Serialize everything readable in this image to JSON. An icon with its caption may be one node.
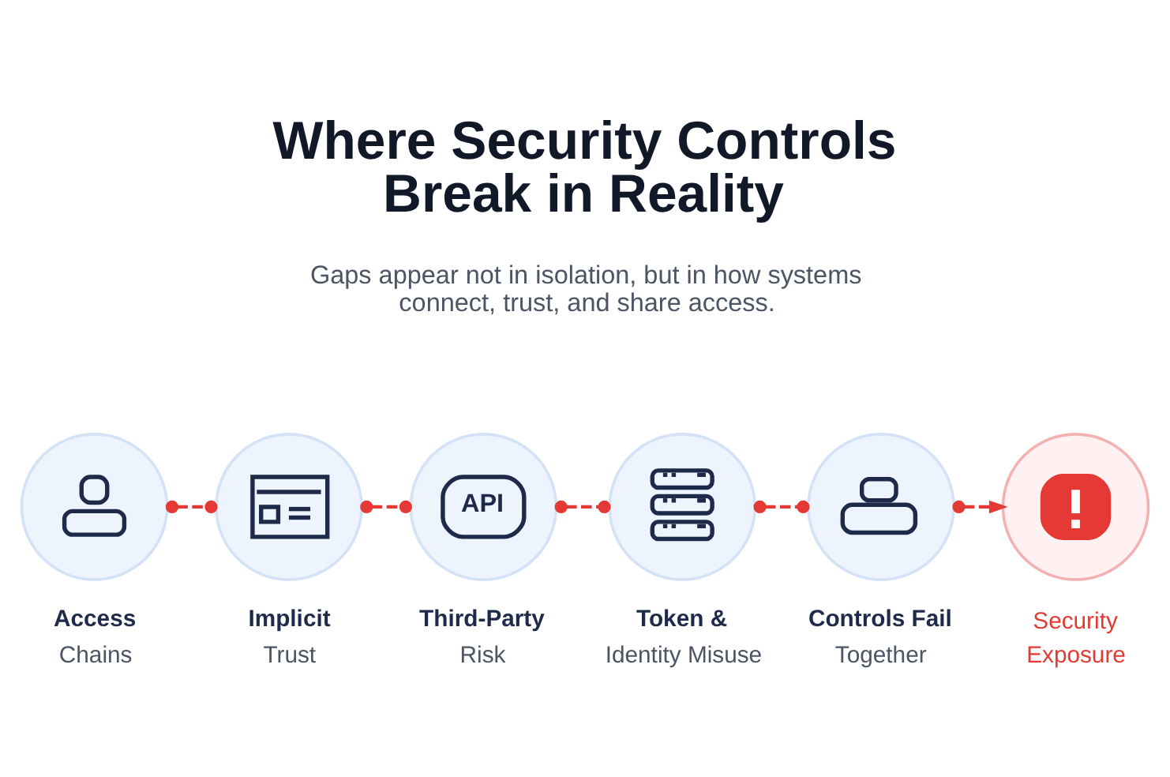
{
  "diagram": {
    "title": "Where Security Controls Break in Reality",
    "caption": "Gaps appear not in isolation, but in how systems connect, trust, and share access.",
    "nodes": [
      {
        "text": [
          "Access",
          "Chains"
        ]
      },
      {
        "text": [
          "Implicit",
          "Trust"
        ]
      },
      {
        "text": [
          "API",
          "Third-Party",
          "Risk"
        ]
      },
      {
        "text": [
          "Token &",
          "Identity Misuse"
        ]
      },
      {
        "text": [
          "Controls Fail",
          "Together"
        ]
      },
      {
        "text": [
          "Security",
          "Exposure"
        ]
      }
    ],
    "edges": [
      {
        "from": 0,
        "to": 1,
        "arrow": "other",
        "style": "dashed"
      },
      {
        "from": 1,
        "to": 2,
        "arrow": "other",
        "style": "dashed"
      },
      {
        "from": 2,
        "to": 3,
        "arrow": "other",
        "style": "dashed"
      },
      {
        "from": 3,
        "to": 4,
        "arrow": "other",
        "style": "dashed"
      },
      {
        "from": 4,
        "to": 5,
        "arrow": "to",
        "style": "dashed"
      }
    ]
  }
}
